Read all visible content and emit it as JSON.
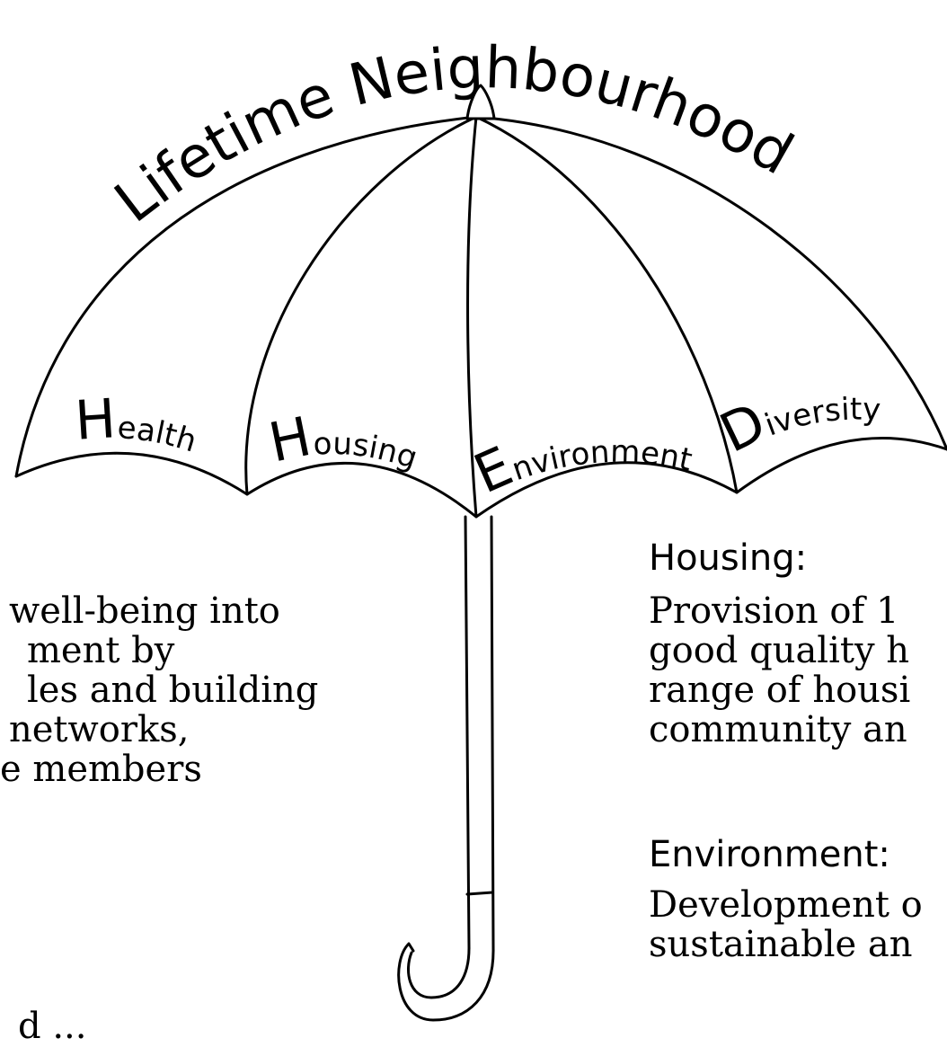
{
  "title": "Lifetime Neighbourhood",
  "panels": [
    {
      "initial": "H",
      "rest": "ealth"
    },
    {
      "initial": "H",
      "rest": "ousing"
    },
    {
      "initial": "E",
      "rest": "nvironment"
    },
    {
      "initial": "D",
      "rest": "iversity"
    }
  ],
  "left_text_lines": [
    "well-being into",
    "ment by",
    "les and building",
    "networks,",
    "e members",
    "d ..."
  ],
  "housing": {
    "heading": "Housing:",
    "lines": [
      "Provision of 1",
      "good quality h",
      "range of housi",
      "community an"
    ]
  },
  "environment": {
    "heading": "Environment:",
    "lines": [
      "Development o",
      "sustainable an"
    ]
  },
  "colors": {
    "ink": "#000000",
    "background": "#ffffff"
  }
}
